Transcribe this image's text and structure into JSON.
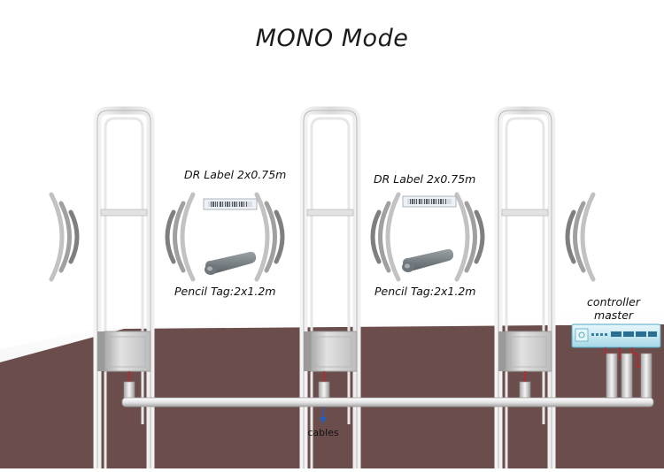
{
  "diagram": {
    "title": "MONO Mode",
    "labels": {
      "dr_label_left": "DR Label 2x0.75m",
      "dr_label_right": "DR Label 2x0.75m",
      "pencil_tag_left": "Pencil Tag:2x1.2m",
      "pencil_tag_right": "Pencil Tag:2x1.2m",
      "controller_line1": "controller",
      "controller_line2": "master",
      "cables": "cables"
    },
    "colors": {
      "floor": "#6b4e4c",
      "wall_top": "#ffffff",
      "wall_bottom": "#d6d6d6",
      "antenna_frame": "#dedede",
      "antenna_base": "#c9c9c9",
      "cable_pipe": "#e8e8e8",
      "wire_red": "#c0242a",
      "controller_body": "#c9ecf5",
      "signal_wave": "#8e8e8e",
      "arrow_blue": "#2060c0"
    },
    "icons": [
      "antenna-gate-icon",
      "signal-wave-icon",
      "dr-label-icon",
      "pencil-tag-icon",
      "controller-icon"
    ]
  }
}
